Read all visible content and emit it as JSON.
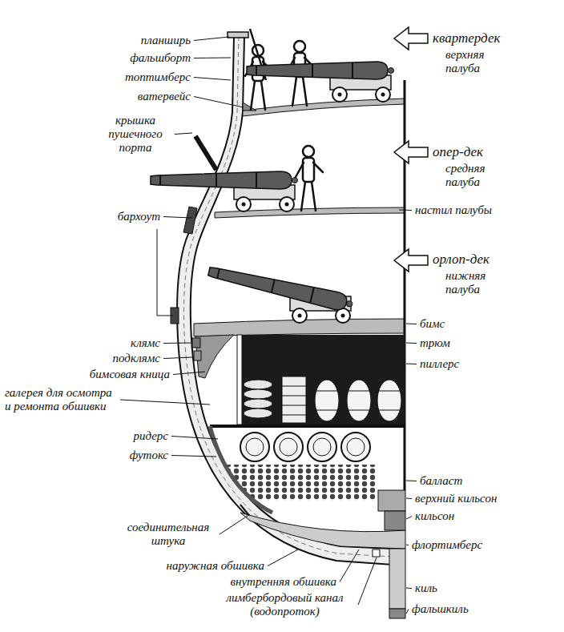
{
  "diagram": {
    "labels": [
      "планширь",
      "квартердек",
      "верхняя палуба",
      "фальшборт",
      "топтимберс",
      "ватервейс",
      "крышка пушечного порта",
      "опер-дек",
      "средняя палуба",
      "настил палубы",
      "бархоут",
      "орлоп-дек",
      "нижняя палуба",
      "бимс",
      "клямс",
      "трюм",
      "подклямс",
      "пиллерс",
      "бимсовая кница",
      "галерея для осмотра и ремонта обшивки",
      "ридерс",
      "футокс",
      "балласт",
      "верхний кильсон",
      "кильсон",
      "соединительная штука",
      "флортимберс",
      "наружная обшивка",
      "внутренняя обшивка",
      "киль",
      "лимбербордовый канал (водопроток)",
      "фальшкиль"
    ]
  }
}
